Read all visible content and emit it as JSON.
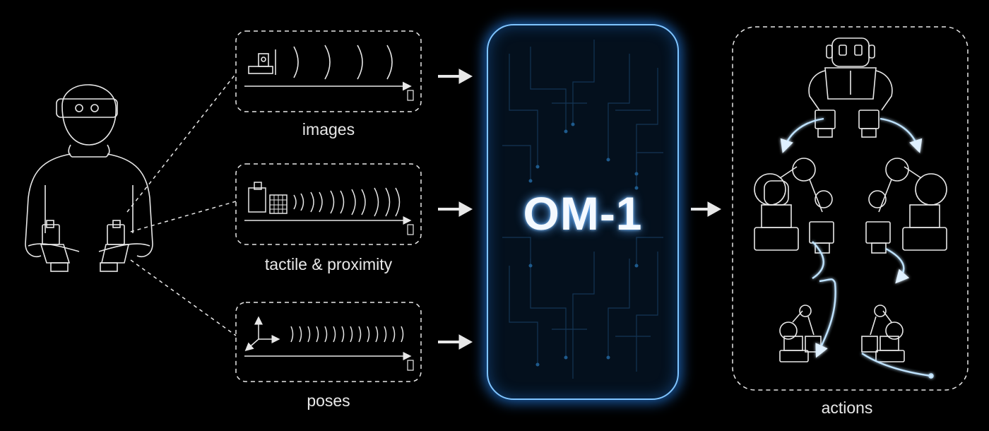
{
  "inputs": [
    {
      "label": "images"
    },
    {
      "label": "tactile & proximity"
    },
    {
      "label": "poses"
    }
  ],
  "model": {
    "name": "OM-1"
  },
  "output": {
    "label": "actions"
  },
  "colors": {
    "background": "#000000",
    "line": "#e8e8e8",
    "glow": "#4aa8ff"
  },
  "icons": [
    "operator-with-headset-icon",
    "gripper-camera-icon",
    "tactile-grid-icon",
    "pose-axes-icon",
    "humanoid-robot-icon",
    "robot-arm-icon",
    "small-robot-arm-icon",
    "arrow-right-icon"
  ]
}
